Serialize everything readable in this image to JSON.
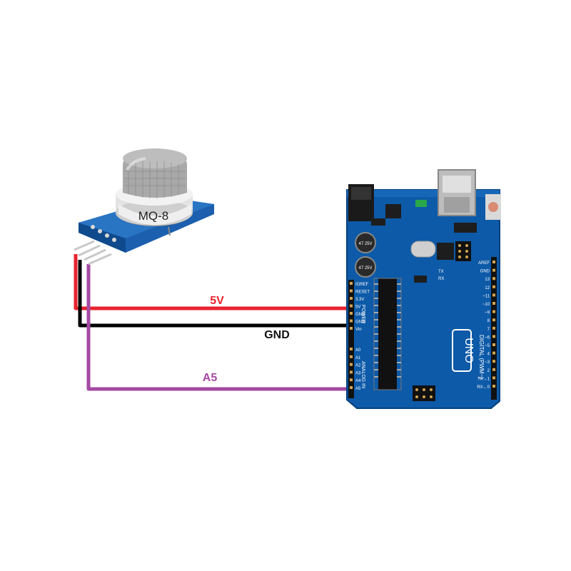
{
  "sensor": {
    "model": "MQ-8"
  },
  "board": {
    "name": "UNO",
    "digital_header": "DIGITAL (PWM~)",
    "power_header": "POWER",
    "analog_header": "ANALOG IN",
    "power_pins": [
      "IOREF",
      "RESET",
      "3.3V",
      "5V",
      "GND",
      "GND",
      "Vin"
    ],
    "analog_pins": [
      "A0",
      "A1",
      "A2",
      "A3",
      "A4",
      "A5"
    ],
    "digital_pins": [
      "AREF",
      "GND",
      "13",
      "12",
      "~11",
      "~10",
      "~9",
      "8",
      "7",
      "~6",
      "~5",
      "4",
      "~3",
      "2",
      "TX→1",
      "RX←0"
    ],
    "capacitor_label": "47 25V",
    "tx_label": "TX",
    "rx_label": "RX"
  },
  "wires": [
    {
      "label": "5V",
      "color": "#e8232e"
    },
    {
      "label": "GND",
      "color": "#000000"
    },
    {
      "label": "A5",
      "color": "#a44aa3"
    }
  ],
  "colors": {
    "pcb": "#0d5aa8",
    "pcb_dark": "#0a3f7a",
    "silk": "#ffffff",
    "sensor_mesh": "#a9a9a9"
  }
}
